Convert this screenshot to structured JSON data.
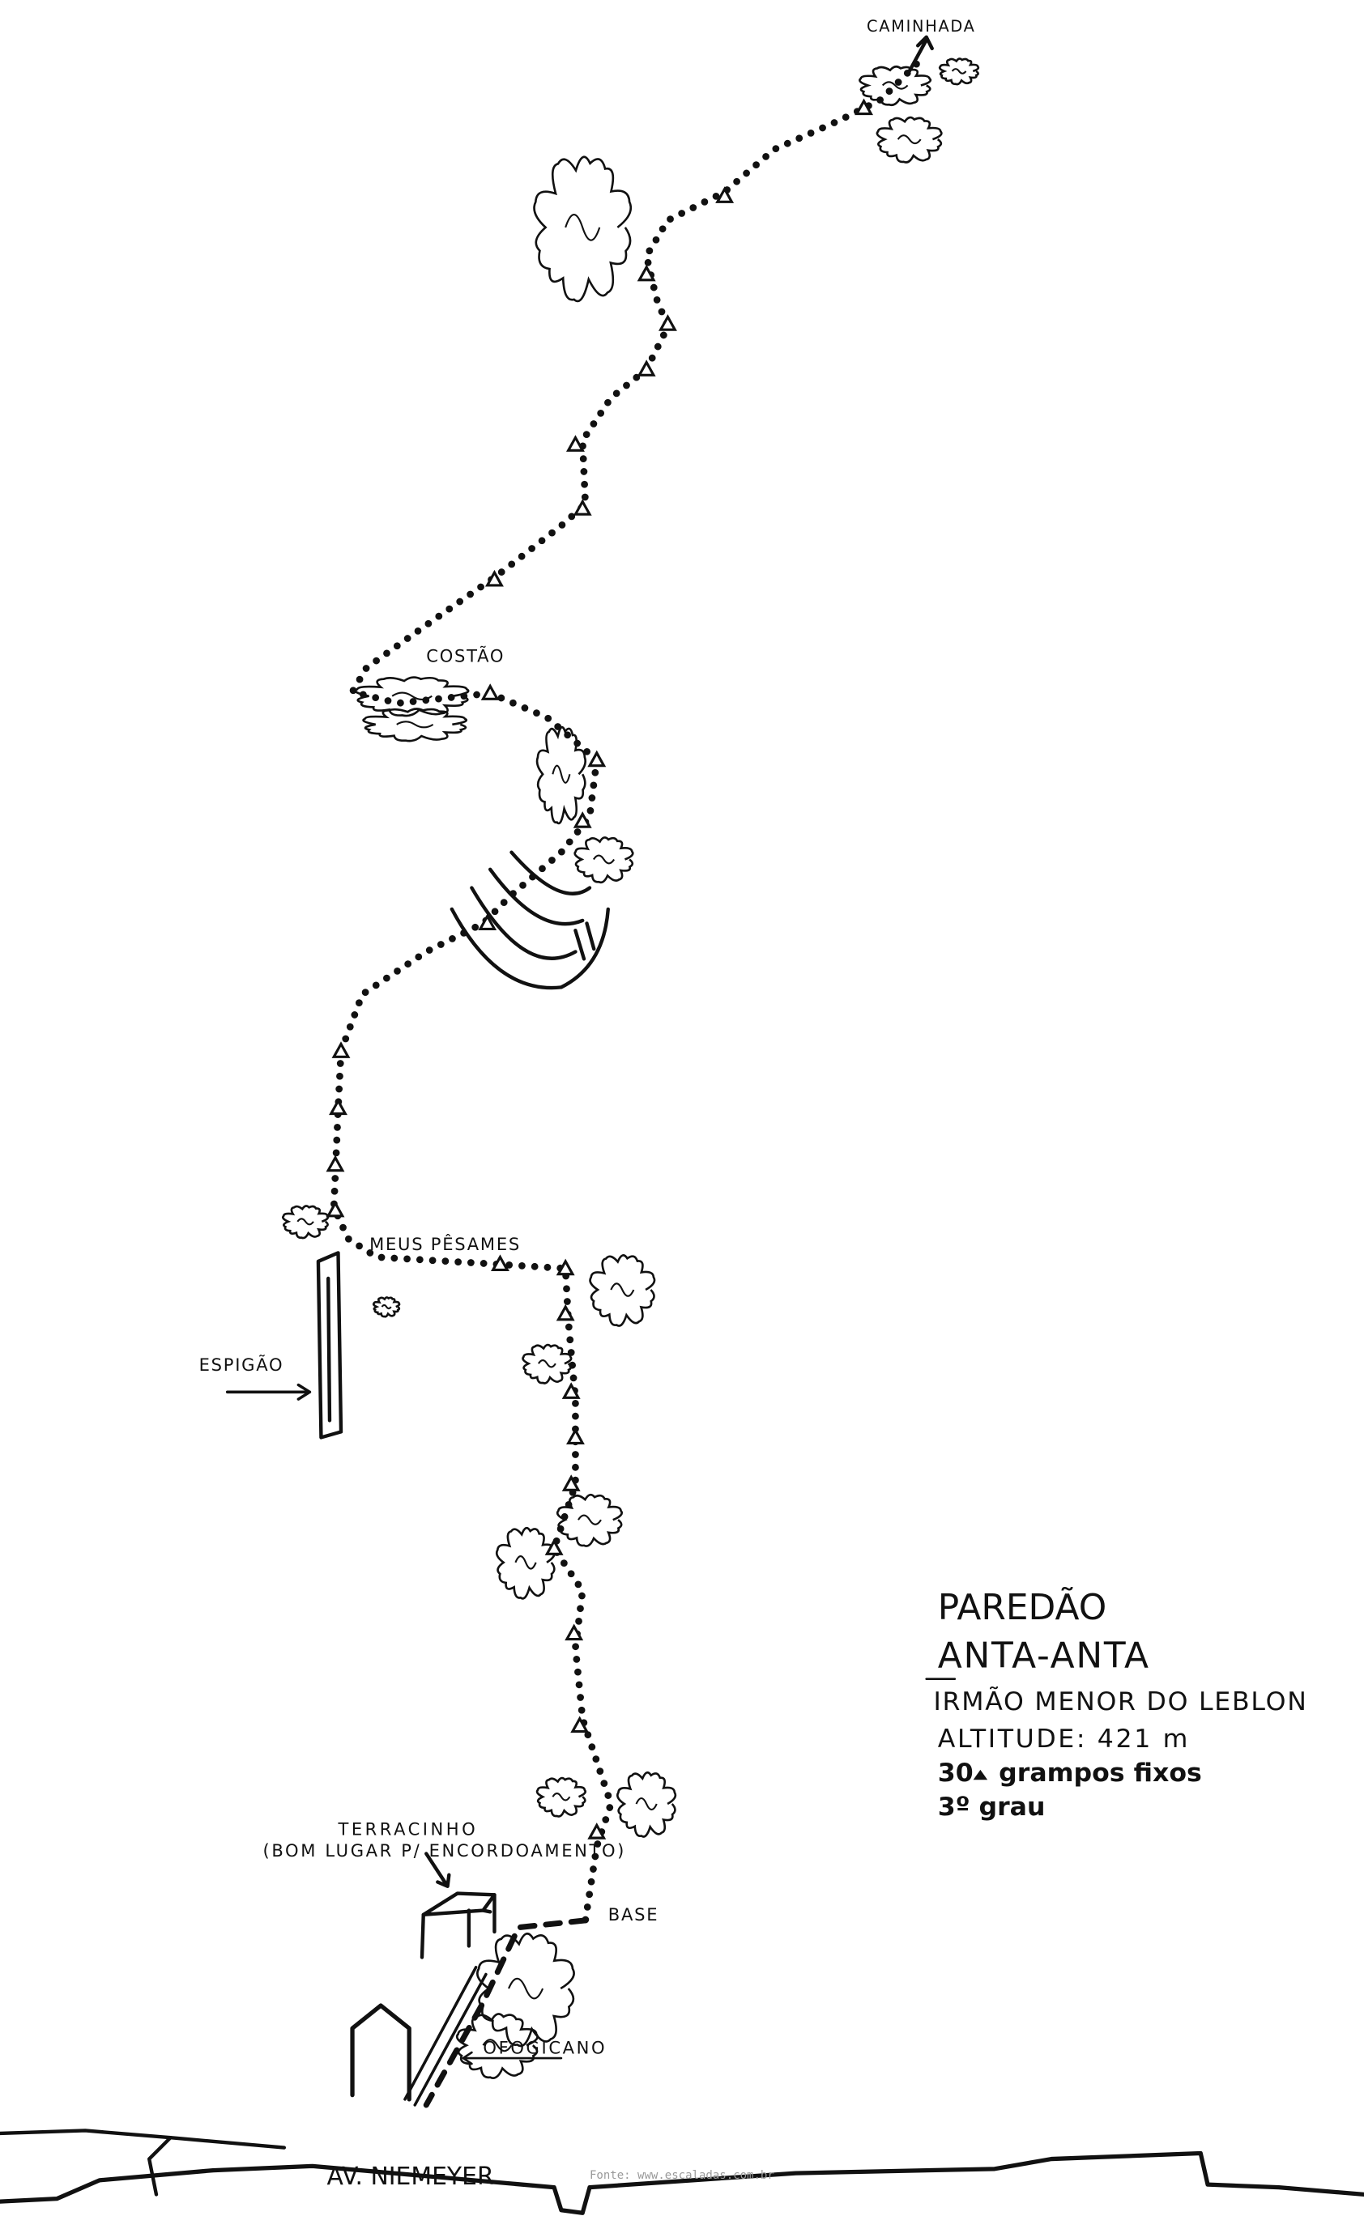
{
  "diagram": {
    "title": "Route topo - Paredão Anta-Anta",
    "labels": {
      "top_exit": "CAMINHADA",
      "costao": "COSTÃO",
      "meus_pesames": "MEUS PÊSAMES",
      "espigao": "ESPIGÃO",
      "terracinho": "TERRACINHO",
      "terracinho_note": "(BOM LUGAR P/ ENCORDOAMENTO)",
      "base": "BASE",
      "bottom_label": "OFOGICANO",
      "road": "AV. NIEMEYER"
    },
    "info": {
      "line1": "PAREDÃO",
      "line2": "ANTA-ANTA",
      "line3": "IRMÃO MENOR DO LEBLON",
      "line4": "ALTITUDE: 421 m",
      "line5_count": "30",
      "line5_text": "grampos fixos",
      "line6": "3º grau"
    },
    "watermark": "Fonte: www.escaladas.com.br",
    "icons": {
      "bolt": "triangle-bolt-icon",
      "vegetation": "bush-icon",
      "house": "house-icon",
      "terrace": "table-icon"
    },
    "colors": {
      "ink": "#111111",
      "watermark": "#9a9a9a"
    }
  }
}
